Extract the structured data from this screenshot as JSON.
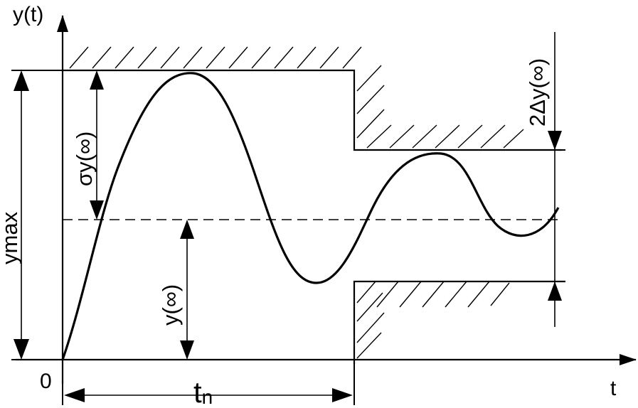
{
  "labels": {
    "y_axis": "y(t)",
    "t_axis": "t",
    "origin": "0",
    "ymax": "ymax",
    "overshoot": "σy(∞)",
    "steady_state": "y(∞)",
    "band": "2Δy(∞)",
    "settling_main": "t",
    "settling_sub": "n"
  },
  "colors": {
    "ink": "#000000",
    "background": "#ffffff"
  }
}
